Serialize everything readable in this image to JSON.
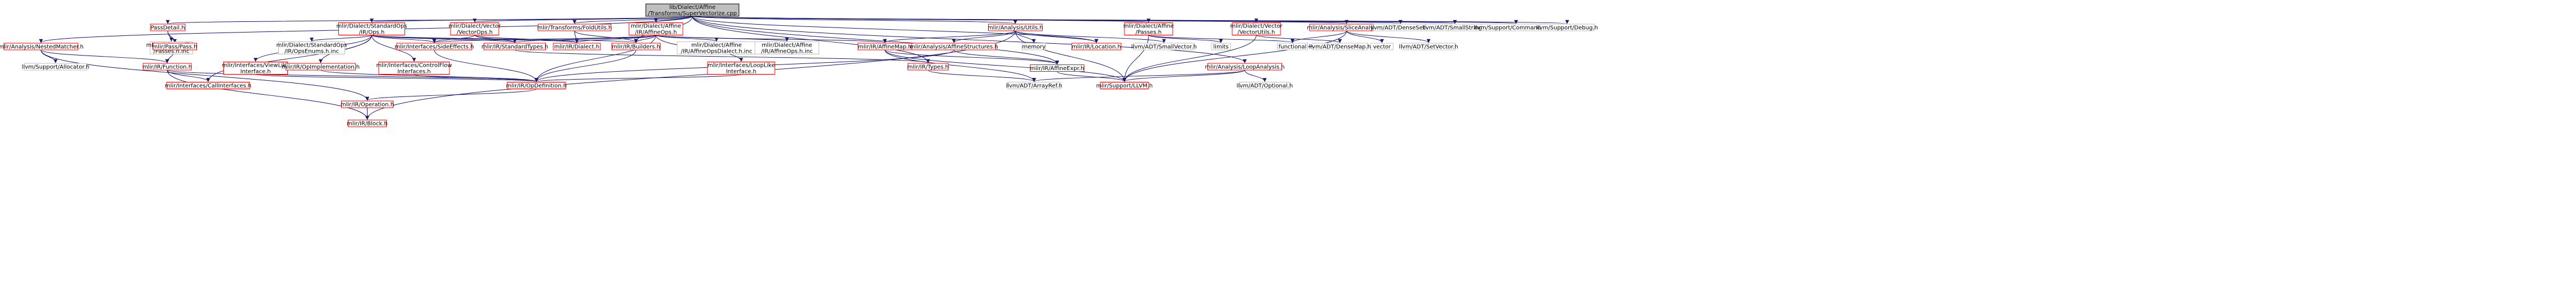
{
  "graph": {
    "nodes": [
      {
        "id": "root",
        "lines": [
          "lib/Dialect/Affine",
          "/Transforms/SuperVectorize.cpp"
        ],
        "style": "root"
      },
      {
        "id": "passdetail",
        "lines": [
          "PassDetail.h"
        ],
        "style": "red"
      },
      {
        "id": "stdops",
        "lines": [
          "mlir/Dialect/StandardOps",
          "/IR/Ops.h"
        ],
        "style": "red"
      },
      {
        "id": "vectorops",
        "lines": [
          "mlir/Dialect/Vector",
          "/VectorOps.h"
        ],
        "style": "red"
      },
      {
        "id": "foldutils",
        "lines": [
          "mlir/Transforms/FoldUtils.h"
        ],
        "style": "red"
      },
      {
        "id": "affineops",
        "lines": [
          "mlir/Dialect/Affine",
          "/IR/AffineOps.h"
        ],
        "style": "red"
      },
      {
        "id": "analysisutils",
        "lines": [
          "mlir/Analysis/Utils.h"
        ],
        "style": "red"
      },
      {
        "id": "affinepasses",
        "lines": [
          "mlir/Dialect/Affine",
          "/Passes.h"
        ],
        "style": "red"
      },
      {
        "id": "vectorutils",
        "lines": [
          "mlir/Dialect/Vector",
          "/VectorUtils.h"
        ],
        "style": "red"
      },
      {
        "id": "sliceanalysis",
        "lines": [
          "mlir/Analysis/SliceAnalysis.h"
        ],
        "style": "red"
      },
      {
        "id": "densesetroot",
        "lines": [
          "llvm/ADT/DenseSet.h"
        ],
        "style": "gray"
      },
      {
        "id": "smallstring",
        "lines": [
          "llvm/ADT/SmallString.h"
        ],
        "style": "gray"
      },
      {
        "id": "commandline",
        "lines": [
          "llvm/Support/CommandLine.h"
        ],
        "style": "gray"
      },
      {
        "id": "debug",
        "lines": [
          "llvm/Support/Debug.h"
        ],
        "style": "gray"
      },
      {
        "id": "nestedmatcher",
        "lines": [
          "mlir/Analysis/NestedMatcher.h"
        ],
        "style": "red"
      },
      {
        "id": "affinepassesinc",
        "lines": [
          "mlir/Dialect/Affine",
          "/Passes.h.inc"
        ],
        "style": "gray"
      },
      {
        "id": "passpass",
        "lines": [
          "mlir/Pass/Pass.h"
        ],
        "style": "red"
      },
      {
        "id": "opsenums",
        "lines": [
          "mlir/Dialect/StandardOps",
          "/IR/OpsEnums.h.inc"
        ],
        "style": "gray"
      },
      {
        "id": "viewlike",
        "lines": [
          "mlir/Interfaces/ViewLike",
          "Interface.h"
        ],
        "style": "red"
      },
      {
        "id": "opimpl",
        "lines": [
          "mlir/IR/OpImplementation.h"
        ],
        "style": "red"
      },
      {
        "id": "controlflow",
        "lines": [
          "mlir/Interfaces/ControlFlow",
          "Interfaces.h"
        ],
        "style": "red"
      },
      {
        "id": "sideeffects",
        "lines": [
          "mlir/Interfaces/SideEffects.h"
        ],
        "style": "red"
      },
      {
        "id": "standardtypes",
        "lines": [
          "mlir/IR/StandardTypes.h"
        ],
        "style": "red"
      },
      {
        "id": "dialect",
        "lines": [
          "mlir/IR/Dialect.h"
        ],
        "style": "red"
      },
      {
        "id": "builders",
        "lines": [
          "mlir/IR/Builders.h"
        ],
        "style": "red"
      },
      {
        "id": "affineopsdialectinc",
        "lines": [
          "mlir/Dialect/Affine",
          "/IR/AffineOpsDialect.h.inc"
        ],
        "style": "gray"
      },
      {
        "id": "affineopsinc",
        "lines": [
          "mlir/Dialect/Affine",
          "/IR/AffineOps.h.inc"
        ],
        "style": "gray"
      },
      {
        "id": "affinemap",
        "lines": [
          "mlir/IR/AffineMap.h"
        ],
        "style": "red"
      },
      {
        "id": "affinestructures",
        "lines": [
          "mlir/Analysis/AffineStructures.h"
        ],
        "style": "red"
      },
      {
        "id": "memory",
        "lines": [
          "memory"
        ],
        "style": "gray"
      },
      {
        "id": "location",
        "lines": [
          "mlir/IR/Location.h"
        ],
        "style": "red"
      },
      {
        "id": "smallvector",
        "lines": [
          "llvm/ADT/SmallVector.h"
        ],
        "style": "gray"
      },
      {
        "id": "limits",
        "lines": [
          "limits"
        ],
        "style": "gray"
      },
      {
        "id": "functional",
        "lines": [
          "functional"
        ],
        "style": "gray"
      },
      {
        "id": "densemap",
        "lines": [
          "llvm/ADT/DenseMap.h"
        ],
        "style": "gray"
      },
      {
        "id": "vector",
        "lines": [
          "vector"
        ],
        "style": "gray"
      },
      {
        "id": "setvector",
        "lines": [
          "llvm/ADT/SetVector.h"
        ],
        "style": "gray"
      },
      {
        "id": "allocator",
        "lines": [
          "llvm/Support/Allocator.h"
        ],
        "style": "gray"
      },
      {
        "id": "irfunction",
        "lines": [
          "mlir/IR/Function.h"
        ],
        "style": "red"
      },
      {
        "id": "loopanalysis",
        "lines": [
          "mlir/Analysis/LoopAnalysis.h"
        ],
        "style": "red"
      },
      {
        "id": "looplike",
        "lines": [
          "mlir/Interfaces/LoopLike",
          "Interface.h"
        ],
        "style": "red"
      },
      {
        "id": "types",
        "lines": [
          "mlir/IR/Types.h"
        ],
        "style": "red"
      },
      {
        "id": "affineexpr",
        "lines": [
          "mlir/IR/AffineExpr.h"
        ],
        "style": "red"
      },
      {
        "id": "callinterfaces",
        "lines": [
          "mlir/Interfaces/CallInterfaces.h"
        ],
        "style": "red"
      },
      {
        "id": "opdefinition",
        "lines": [
          "mlir/IR/OpDefinition.h"
        ],
        "style": "red"
      },
      {
        "id": "arrayref",
        "lines": [
          "llvm/ADT/ArrayRef.h"
        ],
        "style": "gray"
      },
      {
        "id": "llvmh",
        "lines": [
          "mlir/Support/LLVM.h"
        ],
        "style": "red"
      },
      {
        "id": "optional",
        "lines": [
          "llvm/ADT/Optional.h"
        ],
        "style": "gray"
      },
      {
        "id": "operation",
        "lines": [
          "mlir/IR/Operation.h"
        ],
        "style": "red"
      },
      {
        "id": "block",
        "lines": [
          "mlir/IR/Block.h"
        ],
        "style": "red"
      }
    ],
    "edges": [
      [
        "root",
        "passdetail"
      ],
      [
        "root",
        "stdops"
      ],
      [
        "root",
        "vectorops"
      ],
      [
        "root",
        "foldutils"
      ],
      [
        "root",
        "affineops"
      ],
      [
        "root",
        "analysisutils"
      ],
      [
        "root",
        "affinepasses"
      ],
      [
        "root",
        "vectorutils"
      ],
      [
        "root",
        "sliceanalysis"
      ],
      [
        "root",
        "densesetroot"
      ],
      [
        "root",
        "smallstring"
      ],
      [
        "root",
        "commandline"
      ],
      [
        "root",
        "debug"
      ],
      [
        "root",
        "nestedmatcher"
      ],
      [
        "root",
        "location"
      ],
      [
        "root",
        "types"
      ],
      [
        "root",
        "affineexpr"
      ],
      [
        "root",
        "loopanalysis"
      ],
      [
        "root",
        "builders"
      ],
      [
        "passdetail",
        "affinepassesinc"
      ],
      [
        "passdetail",
        "passpass"
      ],
      [
        "nestedmatcher",
        "allocator"
      ],
      [
        "nestedmatcher",
        "irfunction"
      ],
      [
        "nestedmatcher",
        "operation"
      ],
      [
        "passpass",
        "irfunction"
      ],
      [
        "irfunction",
        "callinterfaces"
      ],
      [
        "irfunction",
        "opdefinition"
      ],
      [
        "irfunction",
        "block"
      ],
      [
        "stdops",
        "opsenums"
      ],
      [
        "stdops",
        "viewlike"
      ],
      [
        "stdops",
        "opimpl"
      ],
      [
        "stdops",
        "controlflow"
      ],
      [
        "stdops",
        "sideeffects"
      ],
      [
        "stdops",
        "standardtypes"
      ],
      [
        "stdops",
        "dialect"
      ],
      [
        "stdops",
        "builders"
      ],
      [
        "stdops",
        "callinterfaces"
      ],
      [
        "vectorops",
        "sideeffects"
      ],
      [
        "vectorops",
        "standardtypes"
      ],
      [
        "vectorops",
        "dialect"
      ],
      [
        "foldutils",
        "dialect"
      ],
      [
        "foldutils",
        "builders"
      ],
      [
        "affineops",
        "affineopsdialectinc"
      ],
      [
        "affineops",
        "affineopsinc"
      ],
      [
        "affineops",
        "sideeffects"
      ],
      [
        "affineops",
        "standardtypes"
      ],
      [
        "affineops",
        "dialect"
      ],
      [
        "affineops",
        "builders"
      ],
      [
        "affineops",
        "affinemap"
      ],
      [
        "affineops",
        "looplike"
      ],
      [
        "affineops",
        "opdefinition"
      ],
      [
        "analysisutils",
        "affinemap"
      ],
      [
        "analysisutils",
        "affinestructures"
      ],
      [
        "analysisutils",
        "memory"
      ],
      [
        "analysisutils",
        "location"
      ],
      [
        "analysisutils",
        "smallvector"
      ],
      [
        "analysisutils",
        "llvmh"
      ],
      [
        "analysisutils",
        "block"
      ],
      [
        "affinepasses",
        "limits"
      ],
      [
        "affinepasses",
        "functional"
      ],
      [
        "affinepasses",
        "llvmh"
      ],
      [
        "vectorutils",
        "densemap"
      ],
      [
        "vectorutils",
        "llvmh"
      ],
      [
        "sliceanalysis",
        "functional"
      ],
      [
        "sliceanalysis",
        "vector"
      ],
      [
        "sliceanalysis",
        "setvector"
      ],
      [
        "sliceanalysis",
        "llvmh"
      ],
      [
        "viewlike",
        "opdefinition"
      ],
      [
        "opimpl",
        "opdefinition"
      ],
      [
        "controlflow",
        "opdefinition"
      ],
      [
        "sideeffects",
        "opdefinition"
      ],
      [
        "standardtypes",
        "types"
      ],
      [
        "builders",
        "opdefinition"
      ],
      [
        "looplike",
        "opdefinition"
      ],
      [
        "affinemap",
        "affineexpr"
      ],
      [
        "affinemap",
        "arrayref"
      ],
      [
        "affinemap",
        "llvmh"
      ],
      [
        "affinestructures",
        "affineexpr"
      ],
      [
        "affinestructures",
        "opdefinition"
      ],
      [
        "affineexpr",
        "llvmh"
      ],
      [
        "types",
        "arrayref"
      ],
      [
        "loopanalysis",
        "arrayref"
      ],
      [
        "loopanalysis",
        "llvmh"
      ],
      [
        "loopanalysis",
        "optional"
      ],
      [
        "opdefinition",
        "operation"
      ],
      [
        "operation",
        "block"
      ]
    ]
  },
  "colors": {
    "edge": "#191970",
    "root_fill": "#bfbfbf",
    "root_stroke": "#000000",
    "red_stroke": "#ff0000",
    "gray_stroke": "#bfbfbf",
    "fill": "#ffffff"
  }
}
